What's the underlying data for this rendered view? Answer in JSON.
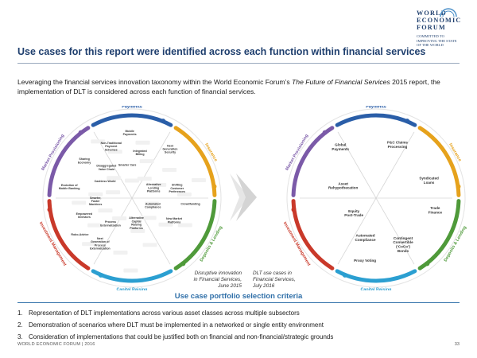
{
  "header": {
    "title": "Use cases for this report were identified across each function within financial services",
    "logo_lines": [
      "WORLD",
      "ECONOMIC",
      "FORUM"
    ],
    "logo_tagline": [
      "COMMITTED TO",
      "IMPROVING THE STATE",
      "OF THE WORLD"
    ]
  },
  "intro": {
    "before": "Leveraging the financial services innovation taxonomy within the World Economic Forum’s ",
    "report_name": "The Future of Financial Services",
    "after": " 2015 report, the implementation of DLT is considered across each function of financial services."
  },
  "wheels": {
    "functions": [
      "Payments",
      "Insurance",
      "Deposits & Lending",
      "Capital Raising",
      "Investment Management",
      "Market Provisioning"
    ],
    "colors": [
      "#2a5ea8",
      "#e6a21c",
      "#4f9a3a",
      "#2b9fd1",
      "#c9392a",
      "#7b5aa8"
    ],
    "left_labels": [
      "Non-Traditional Payment Schemes",
      "Mobile Payments",
      "Integrated Billing",
      "Next Generation Security",
      "Disaggregated Value Chain",
      "Sharing Economy",
      "Smarter Cars",
      "Cashless World",
      "Alternative Lending Platforms",
      "Shifting Customer Preferences",
      "Crowdfunding",
      "Smarter, Faster Machines",
      "Alternative Capital Raising Platforms",
      "New Market Platforms",
      "Evolution of Mobile Banking",
      "Empowered Investors",
      "Process Externalization",
      "Next Generation of Process Externalization",
      "Automated Compliance",
      "Robo-Advice"
    ],
    "right_labels": [
      "Global Payments",
      "P&C Claims Processing",
      "Asset Rehypothecation",
      "Syndicated Loans",
      "Equity Post-Trade",
      "Trade Finance",
      "Automated Compliance",
      "Contingent Convertible (‘CoCo’) Bonds",
      "Proxy Voting"
    ]
  },
  "notes": {
    "left": [
      "Disruptive innovation",
      "in Financial Services,",
      "June 2015"
    ],
    "right": [
      "DLT use cases in",
      "Financial Services,",
      "July 2016"
    ]
  },
  "criteria": {
    "title": "Use case portfolio selection criteria",
    "items": [
      "Representation of DLT implementations across various asset classes across multiple subsectors",
      "Demonstration of scenarios where DLT must be implemented in a networked or single entity environment",
      "Consideration of implementations that could be justified both on financial and non-financial/strategic grounds"
    ]
  },
  "footer": {
    "left": "WORLD ECONOMIC FORUM | 2016",
    "page": "33"
  }
}
